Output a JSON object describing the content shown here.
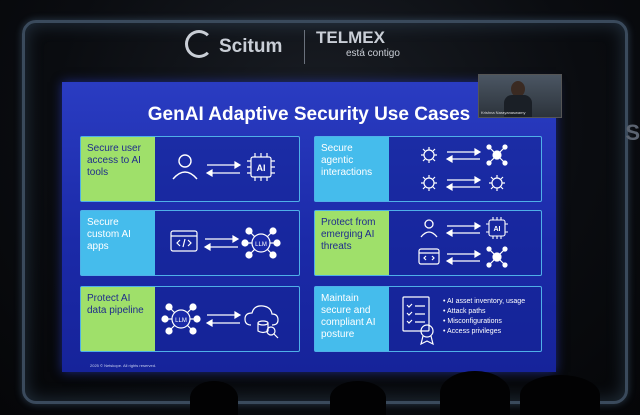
{
  "event": {
    "sponsor1": "Scitum",
    "sponsor2": "TELMEX",
    "sponsor2_tag": "está contigo",
    "side_letter": "S"
  },
  "slide": {
    "title": "GenAI Adaptive Security Use Cases",
    "presenter_name": "Krishna Narayanaswamy",
    "copyright": "2025 © Netskope. All rights reserved.",
    "cards": [
      {
        "label": "Secure user access to AI tools",
        "icon_left": "user-icon",
        "icon_right": "ai-chip-icon",
        "chip_text": "AI"
      },
      {
        "label": "Secure agentic interactions",
        "icon_left": "gear-bot-icon",
        "icon_right": "network-hub-icon"
      },
      {
        "label": "Secure custom AI apps",
        "icon_left": "code-window-icon",
        "icon_right": "llm-hub-icon",
        "chip_text": "LLM"
      },
      {
        "label": "Protect from emerging AI threats",
        "icon_left": "user-icon",
        "icon_right": "ai-chip-icon",
        "chip_text": "AI"
      },
      {
        "label": "Protect AI data pipeline",
        "icon_left": "llm-hub-icon",
        "icon_right": "cloud-database-icon",
        "chip_text": "LLM"
      },
      {
        "label": "Maintain secure and compliant AI posture",
        "icon_left": "checklist-badge-icon",
        "bullets": [
          "AI asset inventory, usage",
          "Attack paths",
          "Misconfigurations",
          "Access privileges"
        ]
      }
    ]
  },
  "colors": {
    "slide_bg": "#1b2aa8",
    "green": "#9fe06a",
    "cyan": "#45bcec",
    "border": "#4fb0e8"
  }
}
